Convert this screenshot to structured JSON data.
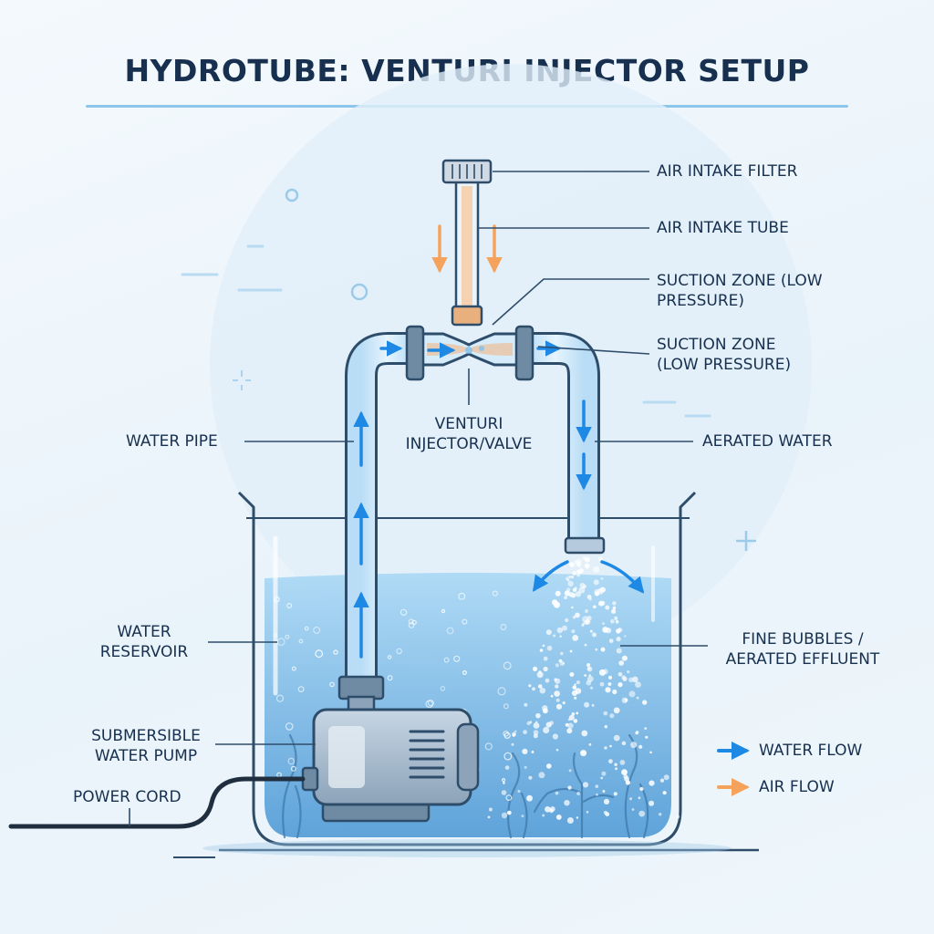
{
  "title": "HYDROTUBE: VENTURI INJECTOR SETUP",
  "labels": {
    "air_intake_filter": "AIR INTAKE FILTER",
    "air_intake_tube": "AIR INTAKE TUBE",
    "suction_zone_1_line1": "SUCTION ZONE (LOW",
    "suction_zone_1_line2": "PRESSURE)",
    "suction_zone_2_line1": "SUCTION ZONE",
    "suction_zone_2_line2": "(LOW PRESSURE)",
    "water_pipe": "WATER PIPE",
    "venturi_line1": "VENTURI",
    "venturi_line2": "INJECTOR/VALVE",
    "aerated_water": "AERATED WATER",
    "reservoir_line1": "WATER",
    "reservoir_line2": "RESERVOIR",
    "bubbles_line1": "FINE BUBBLES /",
    "bubbles_line2": "AERATED EFFLUENT",
    "pump_line1": "SUBMERSIBLE",
    "pump_line2": "WATER PUMP",
    "power_cord": "POWER CORD"
  },
  "legend": {
    "water_flow": "WATER FLOW",
    "air_flow": "AIR FLOW"
  },
  "colors": {
    "water_flow": "#1e88e5",
    "air_flow": "#f5a35c",
    "outline": "#2e4d6b",
    "pipe": "#cfe7f8",
    "water": "#7fc0ec"
  }
}
